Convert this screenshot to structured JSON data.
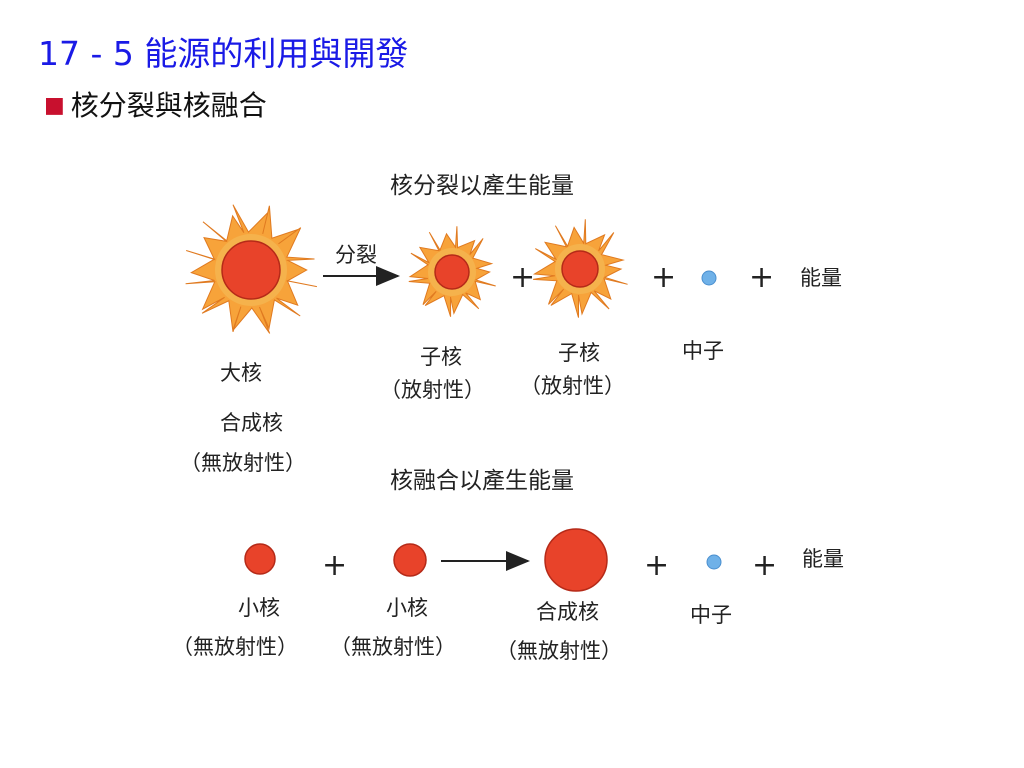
{
  "slide": {
    "title": "17 - 5  能源的利用與開發",
    "subtitle": "核分裂與核融合"
  },
  "colors": {
    "title": "#1a1ae6",
    "nucleus": "#e8432a",
    "flame": "#f7a33a",
    "neutron": "#6fb1e8",
    "bullet": "#c8102e"
  },
  "fission": {
    "heading": "核分裂以產生能量",
    "arrow_label": "分裂",
    "big_nucleus_label": "大核",
    "daughter_label": "子核",
    "radioactive_label": "（放射性）",
    "neutron_label": "中子",
    "energy_label": "能量",
    "plus": "+"
  },
  "fusion": {
    "heading": "核融合以產生能量",
    "small_nucleus_label": "小核",
    "compound_label": "合成核",
    "non_radioactive_label": "（無放射性）",
    "neutron_label": "中子",
    "energy_label": "能量",
    "plus": "+"
  },
  "shared": {
    "compound_label": "合成核",
    "non_radioactive_label": "（無放射性）"
  }
}
